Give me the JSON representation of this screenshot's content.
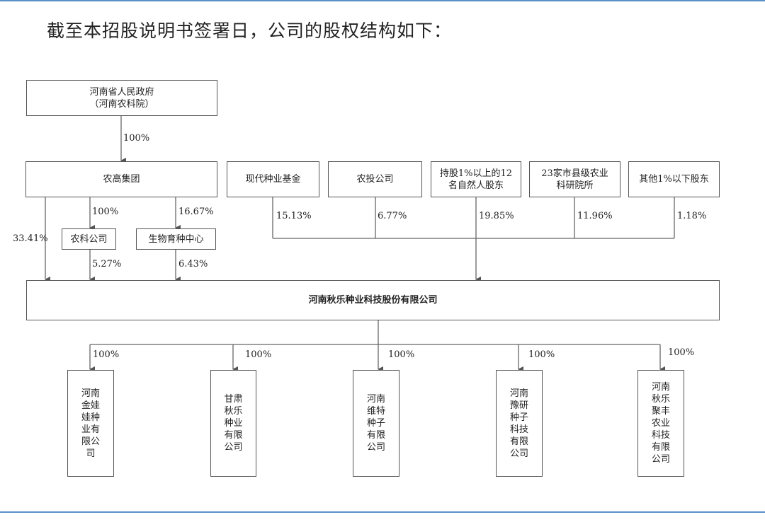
{
  "title": "截至本招股说明书签署日，公司的股权结构如下：",
  "top_owner": {
    "line1": "河南省人民政府",
    "line2": "（河南农科院）",
    "pct": "100%"
  },
  "group": {
    "name": "农高集团",
    "direct_pct": "33.41%"
  },
  "group_subs": [
    {
      "name": "农科公司",
      "pct_from_group": "100%",
      "pct_to_company": "5.27%"
    },
    {
      "name": "生物育种中心",
      "pct_from_group": "16.67%",
      "pct_to_company": "6.43%"
    }
  ],
  "shareholders": [
    {
      "line1": "现代种业基金",
      "line2": "",
      "pct": "15.13%"
    },
    {
      "line1": "农投公司",
      "line2": "",
      "pct": "6.77%"
    },
    {
      "line1": "持股1%以上的12",
      "line2": "名自然人股东",
      "pct": "19.85%"
    },
    {
      "line1": "23家市县级农业",
      "line2": "科研院所",
      "pct": "11.96%"
    },
    {
      "line1": "其他1%以下股东",
      "line2": "",
      "pct": "1.18%"
    }
  ],
  "company": {
    "name": "河南秋乐种业科技股份有限公司"
  },
  "subsidiaries": [
    {
      "name": "河南金娃娃种业有限公司",
      "pct": "100%"
    },
    {
      "name": "甘肃秋乐种业有限公司",
      "pct": "100%"
    },
    {
      "name": "河南维特种子有限公司",
      "pct": "100%"
    },
    {
      "name": "河南豫研种子科技有限公司",
      "pct": "100%"
    },
    {
      "name": "河南秋乐聚丰农业科技有限公司",
      "pct": "100%"
    }
  ]
}
